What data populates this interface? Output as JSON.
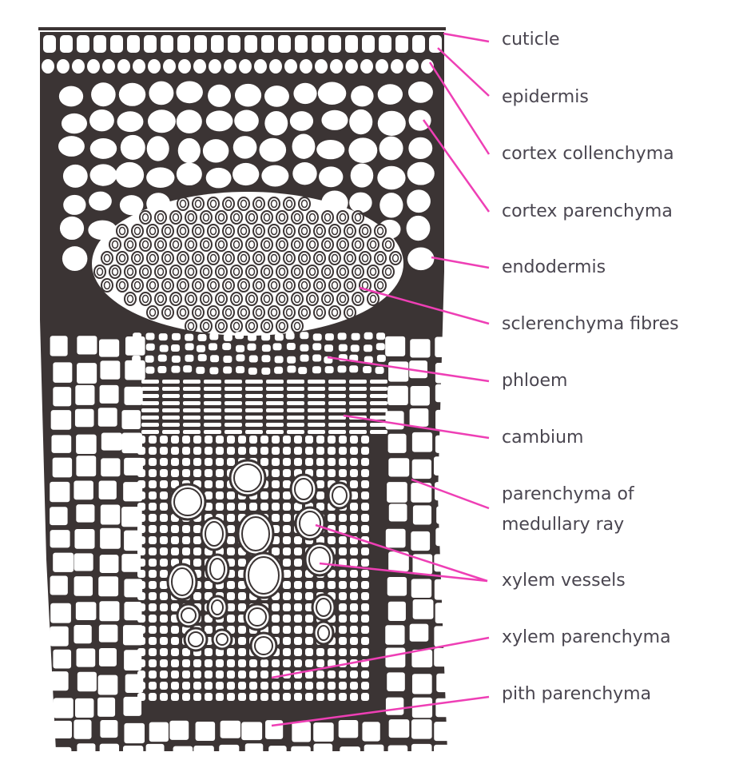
{
  "colors": {
    "leader": "#ee3fb5",
    "ink": "#3b3434",
    "label": "#4a4650"
  },
  "labels": {
    "cuticle": "cuticle",
    "epidermis": "epidermis",
    "cortex_collenchyma": "cortex collenchyma",
    "cortex_parenchyma": "cortex parenchyma",
    "endodermis": "endodermis",
    "sclerenchyma_fibres": "sclerenchyma fibres",
    "phloem": "phloem",
    "cambium": "cambium",
    "medullary_ray_line1": "parenchyma of",
    "medullary_ray_line2": "medullary ray",
    "xylem_vessels": "xylem vessels",
    "xylem_parenchyma": "xylem parenchyma",
    "pith_parenchyma": "pith parenchyma"
  }
}
